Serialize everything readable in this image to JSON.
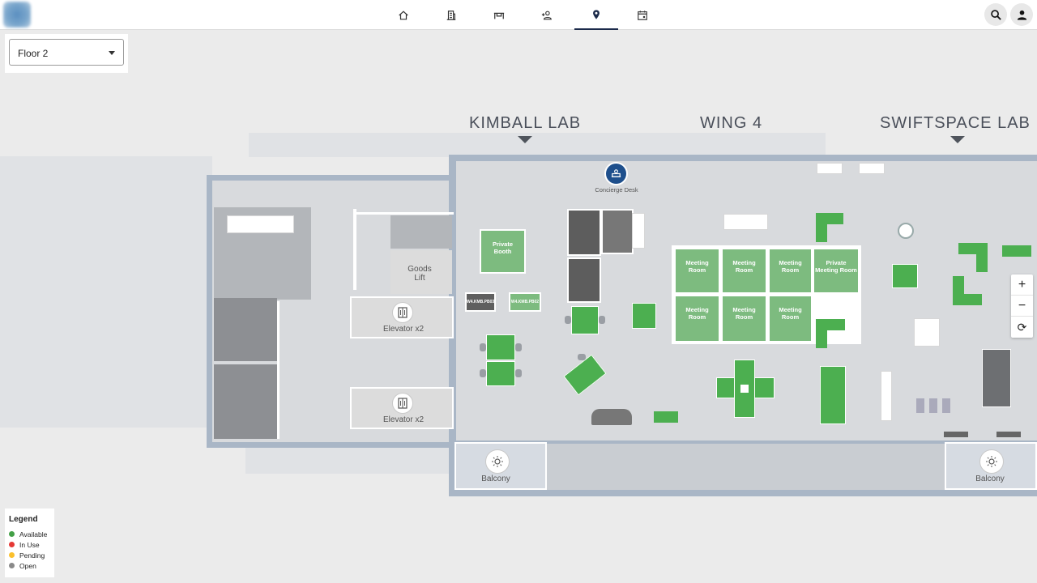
{
  "nav": {
    "items": [
      {
        "icon": "home-icon"
      },
      {
        "icon": "building-icon"
      },
      {
        "icon": "desk-icon"
      },
      {
        "icon": "person-add-icon"
      },
      {
        "icon": "location-pin-icon",
        "active": true
      },
      {
        "icon": "calendar-icon"
      }
    ],
    "actions": [
      {
        "icon": "search-icon"
      },
      {
        "icon": "account-icon"
      }
    ]
  },
  "floor_selector": {
    "value": "Floor 2"
  },
  "map": {
    "wings": {
      "kimball": "KIMBALL LAB",
      "wing4": "WING 4",
      "swiftspace": "SWIFTSPACE LAB"
    },
    "labels": {
      "concierge": "Concierge Desk",
      "goods_lift_1": "Goods",
      "goods_lift_2": "Lift",
      "elevator_1": "Elevator x2",
      "elevator_2": "Elevator x2",
      "balcony_1": "Balcony",
      "balcony_2": "Balcony",
      "private_booth_1": "Private",
      "private_booth_2": "Booth",
      "desk_code_1": "W4.KMB.PB03",
      "desk_code_2": "W4.KMB.PB02"
    },
    "meeting_rooms": [
      {
        "l1": "Meeting",
        "l2": "Room"
      },
      {
        "l1": "Meeting",
        "l2": "Room"
      },
      {
        "l1": "Meeting",
        "l2": "Room"
      },
      {
        "l1": "Private",
        "l2": "Meeting Room"
      },
      {
        "l1": "Meeting",
        "l2": "Room"
      },
      {
        "l1": "Meeting",
        "l2": "Room"
      },
      {
        "l1": "Meeting",
        "l2": "Room"
      }
    ]
  },
  "zoom": {
    "plus": "+",
    "minus": "−",
    "reset": "⟳"
  },
  "legend": {
    "title": "Legend",
    "items": [
      {
        "label": "Available",
        "color": "#43a047"
      },
      {
        "label": "In Use",
        "color": "#e53935"
      },
      {
        "label": "Pending",
        "color": "#fbc02d"
      },
      {
        "label": "Open",
        "color": "#8a8a8a"
      }
    ]
  },
  "colors": {
    "accent": "#1b2a4a",
    "available": "#4caf50",
    "meeting_room": "#7dbb7f"
  }
}
